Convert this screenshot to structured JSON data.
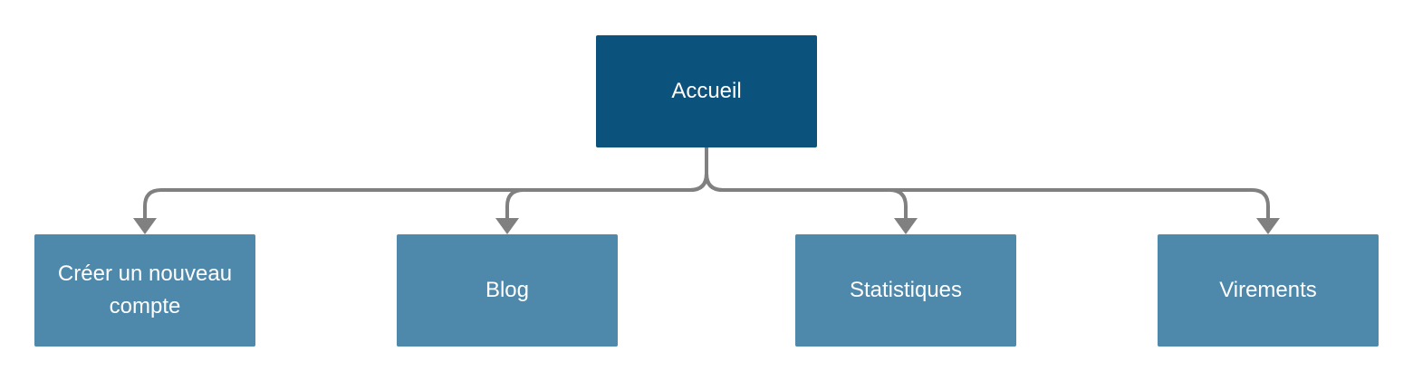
{
  "colors": {
    "root_fill": "#0B527D",
    "child_fill": "#4E88AB",
    "connector": "#808080",
    "text": "#FFFFFF"
  },
  "root": {
    "label": "Accueil"
  },
  "children": [
    {
      "label": "Créer un nouveau compte"
    },
    {
      "label": "Blog"
    },
    {
      "label": "Statistiques"
    },
    {
      "label": "Virements"
    }
  ]
}
